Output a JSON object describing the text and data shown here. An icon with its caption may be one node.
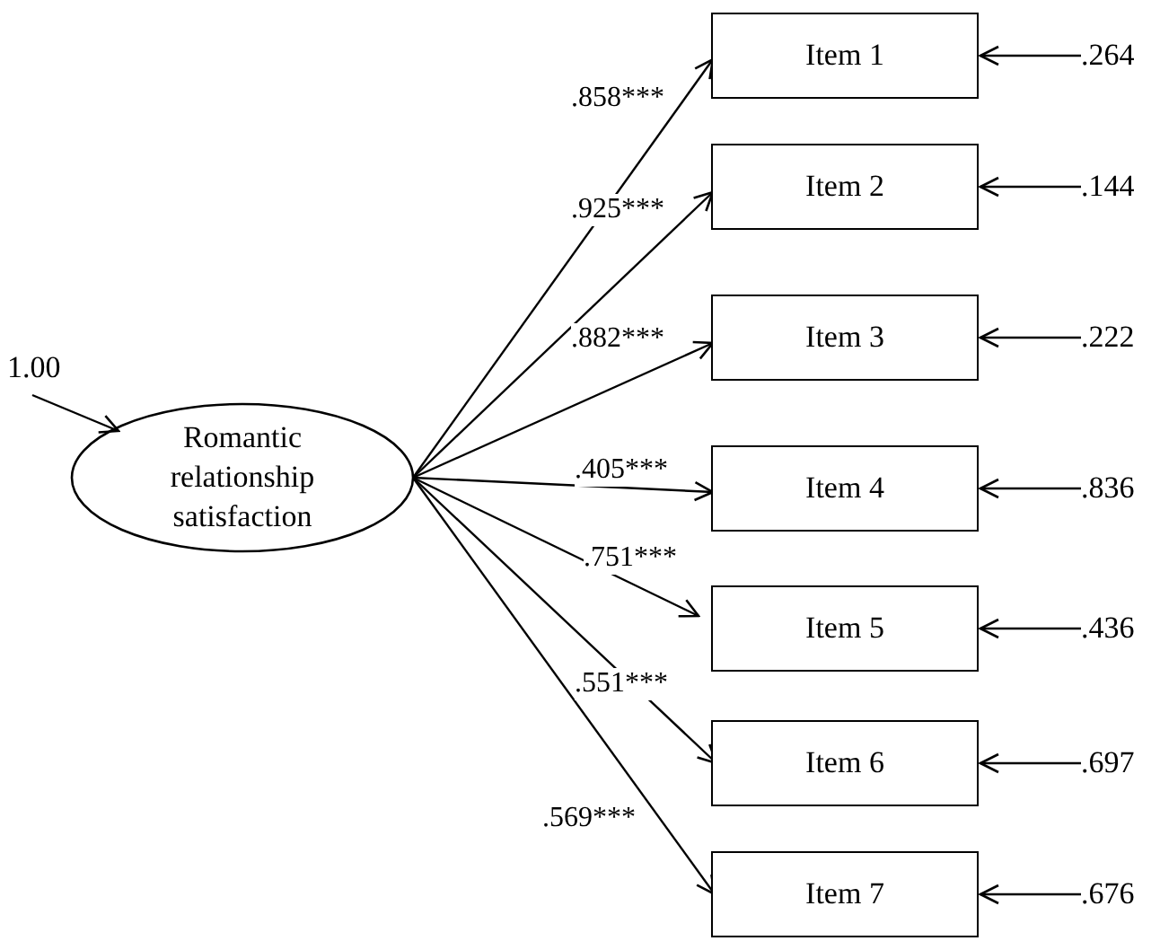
{
  "diagram": {
    "nodes": [
      {
        "text": [
          "Romantic relationship satisfaction"
        ]
      },
      {
        "text": [
          "Item 1"
        ]
      },
      {
        "text": [
          "Item 2"
        ]
      },
      {
        "text": [
          "Item 3"
        ]
      },
      {
        "text": [
          "Item 4"
        ]
      },
      {
        "text": [
          "Item 5"
        ]
      },
      {
        "text": [
          "Item 6"
        ]
      },
      {
        "text": [
          "Item 7"
        ]
      },
      {
        "text": [
          ".264"
        ]
      },
      {
        "text": [
          ".144"
        ]
      },
      {
        "text": [
          ".222"
        ]
      },
      {
        "text": [
          ".836"
        ]
      },
      {
        "text": [
          ".436"
        ]
      },
      {
        "text": [
          ".697"
        ]
      },
      {
        "text": [
          ".676"
        ]
      },
      {
        "text": [
          "1.00"
        ]
      }
    ],
    "edges": [
      {
        "from": 0,
        "to": 1,
        "arrow": "to",
        "label": ".858***"
      },
      {
        "from": 0,
        "to": 2,
        "arrow": "to",
        "label": ".925***"
      },
      {
        "from": 0,
        "to": 3,
        "arrow": "to",
        "label": ".882***"
      },
      {
        "from": 0,
        "to": 4,
        "arrow": "to",
        "label": ".405***"
      },
      {
        "from": 0,
        "to": 5,
        "arrow": "to",
        "label": ".751***"
      },
      {
        "from": 0,
        "to": 6,
        "arrow": "to",
        "label": ".551***"
      },
      {
        "from": 0,
        "to": 7,
        "arrow": "to",
        "label": ".569***"
      },
      {
        "from": 8,
        "to": 1,
        "arrow": "to"
      },
      {
        "from": 9,
        "to": 2,
        "arrow": "to"
      },
      {
        "from": 10,
        "to": 3,
        "arrow": "to"
      },
      {
        "from": 11,
        "to": 4,
        "arrow": "to"
      },
      {
        "from": 12,
        "to": 5,
        "arrow": "to"
      },
      {
        "from": 13,
        "to": 6,
        "arrow": "to"
      },
      {
        "from": 14,
        "to": 7,
        "arrow": "to"
      },
      {
        "from": 15,
        "to": 0,
        "arrow": "to"
      }
    ]
  }
}
